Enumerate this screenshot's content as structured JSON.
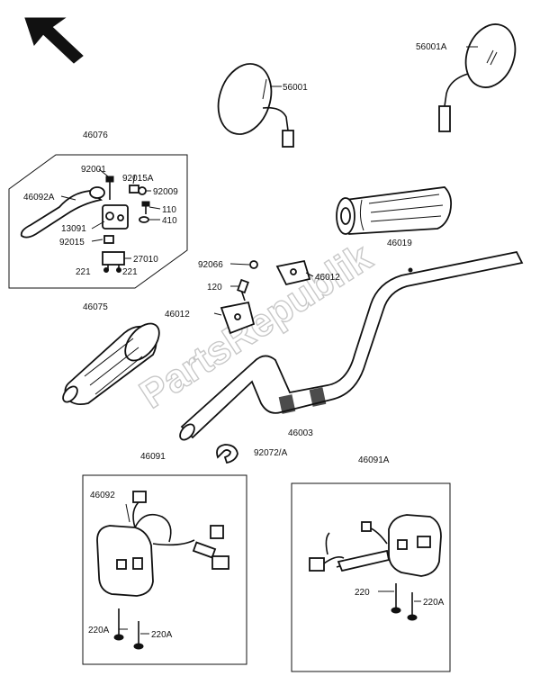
{
  "labels": {
    "l56001": "56001",
    "l56001A": "56001A",
    "l46076": "46076",
    "l92001": "92001",
    "l92015A": "92015A",
    "l92009": "92009",
    "l46092A": "46092A",
    "l110": "110",
    "l410": "410",
    "l13091": "13091",
    "l92015": "92015",
    "l27010": "27010",
    "l221a": "221",
    "l221b": "221",
    "l46019": "46019",
    "l92066": "92066",
    "l46012a": "46012",
    "l120": "120",
    "l46012b": "46012",
    "l46075": "46075",
    "l46003": "46003",
    "l92072A": "92072/A",
    "l46091": "46091",
    "l46092": "46092",
    "l220A_left": "220A",
    "l220A_right": "220A",
    "l46091A": "46091A",
    "l220": "220",
    "l220A_r2": "220A"
  },
  "watermark": "PartsRepublik",
  "icons": {
    "orientation_arrow": "arrow-up-left-icon"
  },
  "colors": {
    "line": "#111111",
    "watermark": "#c8c8c8",
    "background": "#ffffff"
  }
}
